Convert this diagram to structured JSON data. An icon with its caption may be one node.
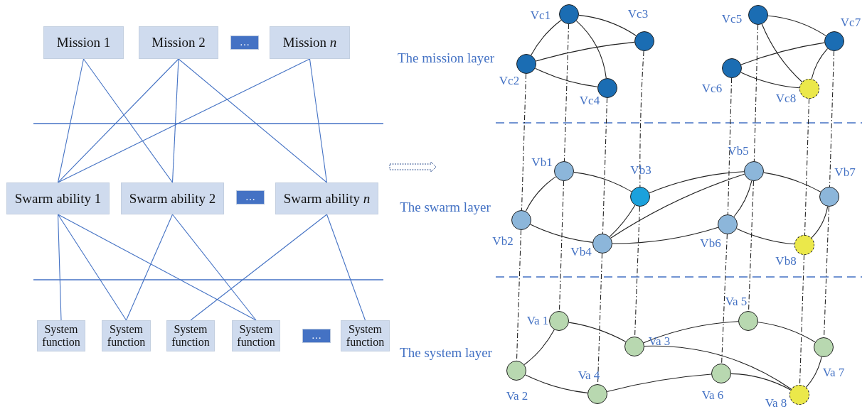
{
  "diagram": {
    "nodes": [
      {
        "text": [
          "Mission  1"
        ]
      },
      {
        "text": [
          "Mission 2"
        ]
      },
      {
        "text": [
          "…"
        ]
      },
      {
        "text": [
          "Mission *n*"
        ]
      },
      {
        "text": [
          "Swarm ability 1"
        ]
      },
      {
        "text": [
          "Swarm ability 2"
        ]
      },
      {
        "text": [
          "…"
        ]
      },
      {
        "text": [
          "Swarm ability *n*"
        ]
      },
      {
        "text": [
          "System function"
        ]
      },
      {
        "text": [
          "System function"
        ]
      },
      {
        "text": [
          "System function"
        ]
      },
      {
        "text": [
          "System function"
        ]
      },
      {
        "text": [
          "…"
        ]
      },
      {
        "text": [
          "System function"
        ]
      },
      {
        "text": [],
        "shape": "circle",
        "beside": [
          "Vc1"
        ]
      },
      {
        "text": [],
        "shape": "circle",
        "beside": [
          "Vc2"
        ]
      },
      {
        "text": [],
        "shape": "circle",
        "beside": [
          "Vc3"
        ]
      },
      {
        "text": [],
        "shape": "circle",
        "beside": [
          "Vc4"
        ]
      },
      {
        "text": [],
        "shape": "circle",
        "beside": [
          "Vc5"
        ]
      },
      {
        "text": [],
        "shape": "circle",
        "beside": [
          "Vc6"
        ]
      },
      {
        "text": [],
        "shape": "circle",
        "beside": [
          "Vc7"
        ]
      },
      {
        "text": [],
        "shape": "circle",
        "beside": [
          "Vc8"
        ]
      },
      {
        "text": [],
        "shape": "circle",
        "beside": [
          "Vb1"
        ]
      },
      {
        "text": [],
        "shape": "circle",
        "beside": [
          "Vb2"
        ]
      },
      {
        "text": [],
        "shape": "circle",
        "beside": [
          "Vb3"
        ]
      },
      {
        "text": [],
        "shape": "circle",
        "beside": [
          "Vb4"
        ]
      },
      {
        "text": [],
        "shape": "circle",
        "beside": [
          "Vb5"
        ]
      },
      {
        "text": [],
        "shape": "circle",
        "beside": [
          "Vb6"
        ]
      },
      {
        "text": [],
        "shape": "circle",
        "beside": [
          "Vb7"
        ]
      },
      {
        "text": [],
        "shape": "circle",
        "beside": [
          "Vb8"
        ]
      },
      {
        "text": [],
        "shape": "circle",
        "beside": [
          "Va 1"
        ]
      },
      {
        "text": [],
        "shape": "circle",
        "beside": [
          "Va 2"
        ]
      },
      {
        "text": [],
        "shape": "circle",
        "beside": [
          "Va 3"
        ]
      },
      {
        "text": [],
        "shape": "circle",
        "beside": [
          "Va 4"
        ]
      },
      {
        "text": [],
        "shape": "circle",
        "beside": [
          "Va 5"
        ]
      },
      {
        "text": [],
        "shape": "circle",
        "beside": [
          "Va 6"
        ]
      },
      {
        "text": [],
        "shape": "circle",
        "beside": [
          "Va 7"
        ]
      },
      {
        "text": [],
        "shape": "circle",
        "beside": [
          "Va 8"
        ]
      }
    ],
    "edges": [
      {
        "from": 0,
        "to": 4,
        "arrow": "none",
        "color": "#4472c4"
      },
      {
        "from": 0,
        "to": 5,
        "arrow": "none",
        "color": "#4472c4"
      },
      {
        "from": 1,
        "to": 4,
        "arrow": "none",
        "color": "#4472c4"
      },
      {
        "from": 1,
        "to": 5,
        "arrow": "none",
        "color": "#4472c4"
      },
      {
        "from": 1,
        "to": 7,
        "arrow": "none",
        "color": "#4472c4"
      },
      {
        "from": 3,
        "to": 4,
        "arrow": "none",
        "color": "#4472c4"
      },
      {
        "from": 3,
        "to": 7,
        "arrow": "none",
        "color": "#4472c4"
      },
      {
        "from": 4,
        "to": 8,
        "arrow": "none",
        "color": "#4472c4"
      },
      {
        "from": 4,
        "to": 9,
        "arrow": "none",
        "color": "#4472c4"
      },
      {
        "from": 4,
        "to": 11,
        "arrow": "none",
        "color": "#4472c4"
      },
      {
        "from": 5,
        "to": 9,
        "arrow": "none",
        "color": "#4472c4"
      },
      {
        "from": 5,
        "to": 11,
        "arrow": "none",
        "color": "#4472c4"
      },
      {
        "from": 7,
        "to": 10,
        "arrow": "none",
        "color": "#4472c4"
      },
      {
        "from": 7,
        "to": 13,
        "arrow": "none",
        "color": "#4472c4"
      },
      {
        "from": 14,
        "to": 16,
        "arrow": "none"
      },
      {
        "from": 14,
        "to": 15,
        "arrow": "none"
      },
      {
        "from": 14,
        "to": 17,
        "arrow": "none"
      },
      {
        "from": 15,
        "to": 16,
        "arrow": "none"
      },
      {
        "from": 15,
        "to": 17,
        "arrow": "none"
      },
      {
        "from": 18,
        "to": 20,
        "arrow": "none"
      },
      {
        "from": 18,
        "to": 21,
        "arrow": "none"
      },
      {
        "from": 19,
        "to": 20,
        "arrow": "none"
      },
      {
        "from": 19,
        "to": 21,
        "arrow": "none"
      },
      {
        "from": 20,
        "to": 21,
        "arrow": "none"
      },
      {
        "from": 22,
        "to": 23,
        "arrow": "none"
      },
      {
        "from": 22,
        "to": 24,
        "arrow": "none"
      },
      {
        "from": 23,
        "to": 25,
        "arrow": "none"
      },
      {
        "from": 24,
        "to": 25,
        "arrow": "none"
      },
      {
        "from": 24,
        "to": 26,
        "arrow": "none"
      },
      {
        "from": 25,
        "to": 26,
        "arrow": "none"
      },
      {
        "from": 25,
        "to": 27,
        "arrow": "none"
      },
      {
        "from": 26,
        "to": 27,
        "arrow": "none"
      },
      {
        "from": 26,
        "to": 28,
        "arrow": "none"
      },
      {
        "from": 27,
        "to": 29,
        "arrow": "none"
      },
      {
        "from": 28,
        "to": 29,
        "arrow": "none"
      },
      {
        "from": 30,
        "to": 31,
        "arrow": "none"
      },
      {
        "from": 30,
        "to": 32,
        "arrow": "none"
      },
      {
        "from": 32,
        "to": 34,
        "arrow": "none"
      },
      {
        "from": 32,
        "to": 37,
        "arrow": "none"
      },
      {
        "from": 34,
        "to": 36,
        "arrow": "none"
      },
      {
        "from": 36,
        "to": 37,
        "arrow": "none"
      },
      {
        "from": 31,
        "to": 33,
        "arrow": "none"
      },
      {
        "from": 33,
        "to": 35,
        "arrow": "none"
      },
      {
        "from": 35,
        "to": 37,
        "arrow": "none"
      },
      {
        "from": 14,
        "to": 22,
        "arrow": "none",
        "style": "dashed"
      },
      {
        "from": 15,
        "to": 23,
        "arrow": "none",
        "style": "dashed"
      },
      {
        "from": 16,
        "to": 24,
        "arrow": "none",
        "style": "dashed"
      },
      {
        "from": 17,
        "to": 25,
        "arrow": "none",
        "style": "dashed"
      },
      {
        "from": 18,
        "to": 26,
        "arrow": "none",
        "style": "dashed"
      },
      {
        "from": 19,
        "to": 27,
        "arrow": "none",
        "style": "dashed"
      },
      {
        "from": 20,
        "to": 28,
        "arrow": "none",
        "style": "dashed"
      },
      {
        "from": 21,
        "to": 29,
        "arrow": "none",
        "style": "dashed"
      },
      {
        "from": 22,
        "to": 30,
        "arrow": "none",
        "style": "dashed"
      },
      {
        "from": 23,
        "to": 31,
        "arrow": "none",
        "style": "dashed"
      },
      {
        "from": 24,
        "to": 32,
        "arrow": "none",
        "style": "dashed"
      },
      {
        "from": 25,
        "to": 33,
        "arrow": "none",
        "style": "dashed"
      },
      {
        "from": 26,
        "to": 34,
        "arrow": "none",
        "style": "dashed"
      },
      {
        "from": 27,
        "to": 35,
        "arrow": "none",
        "style": "dashed"
      },
      {
        "from": 28,
        "to": 36,
        "arrow": "none",
        "style": "dashed"
      },
      {
        "from": 29,
        "to": 37,
        "arrow": "none",
        "style": "dashed"
      }
    ],
    "labels": [
      "The mission layer",
      "The swarm layer",
      "The system layer"
    ]
  }
}
